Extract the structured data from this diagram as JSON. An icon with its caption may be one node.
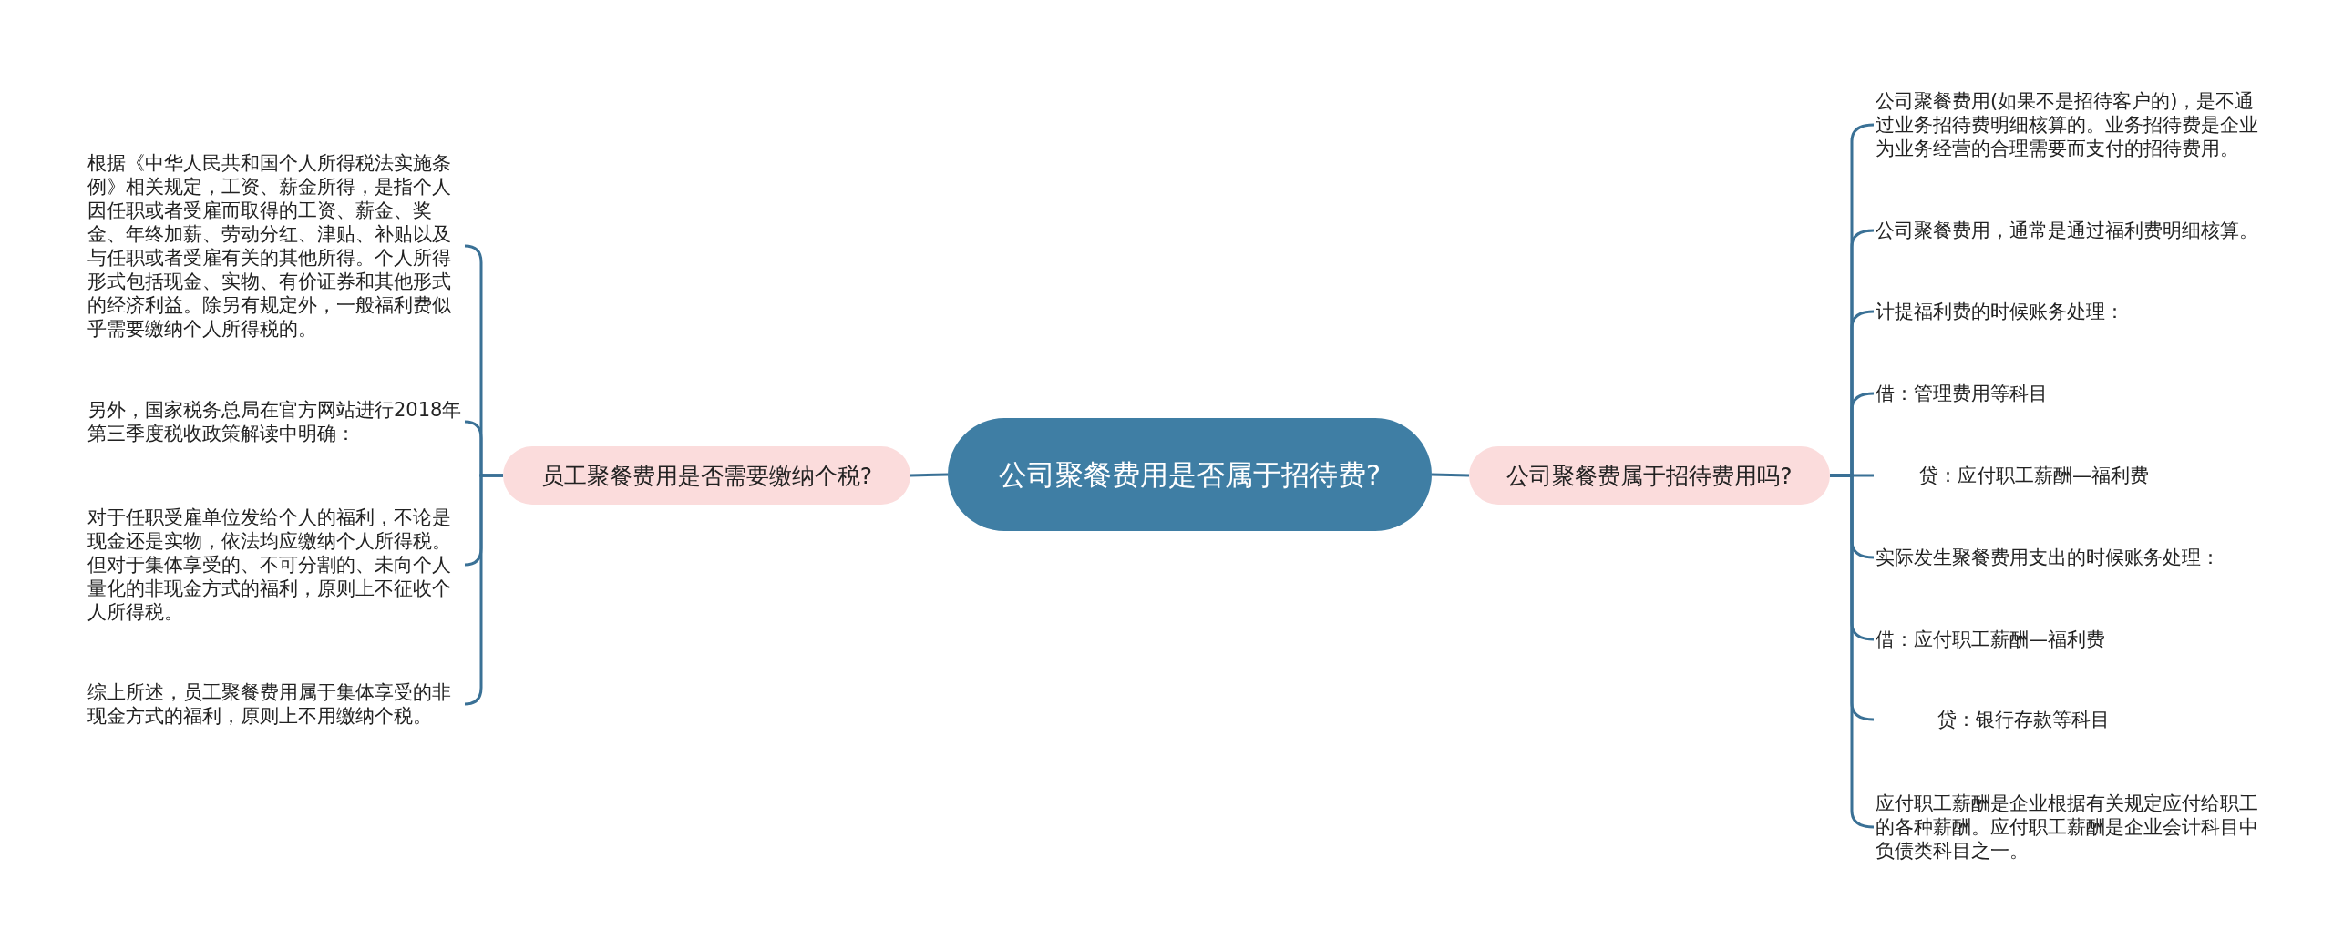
{
  "diagram": {
    "nodes": [
      {
        "text": [
          "公司聚餐费用是否属于招待费?"
        ]
      },
      {
        "text": [
          "员工聚餐费用是否需要缴纳个税?"
        ]
      },
      {
        "text": [
          "根据《中华人民共和国个人所得税法实施条例》相关规定，工资、薪金所得，是指个人因任职或者受雇而取得的工资、薪金、奖金、年终加薪、劳动分红、津贴、补贴以及与任职或者受雇有关的其他所得。个人所得形式包括现金、实物、有价证券和其他形式的经济利益。除另有规定外，一般福利费似乎需要缴纳个人所得税的。"
        ]
      },
      {
        "text": [
          "另外，国家税务总局在官方网站进行2018年第三季度税收政策解读中明确："
        ]
      },
      {
        "text": [
          "对于任职受雇单位发给个人的福利，不论是现金还是实物，依法均应缴纳个人所得税。但对于集体享受的、不可分割的、未向个人量化的非现金方式的福利，原则上不征收个人所得税。"
        ]
      },
      {
        "text": [
          "综上所述，员工聚餐费用属于集体享受的非现金方式的福利，原则上不用缴纳个税。"
        ]
      },
      {
        "text": [
          "公司聚餐费属于招待费用吗?"
        ]
      },
      {
        "text": [
          "公司聚餐费用(如果不是招待客户的)，是不通过业务招待费明细核算的。业务招待费是企业为业务经营的合理需要而支付的招待费用。"
        ]
      },
      {
        "text": [
          "公司聚餐费用，通常是通过福利费明细核算。"
        ]
      },
      {
        "text": [
          "计提福利费的时候账务处理："
        ]
      },
      {
        "text": [
          "借：管理费用等科目"
        ]
      },
      {
        "text": [
          "贷：应付职工薪酬—福利费"
        ]
      },
      {
        "text": [
          "实际发生聚餐费用支出的时候账务处理："
        ]
      },
      {
        "text": [
          "借：应付职工薪酬—福利费"
        ]
      },
      {
        "text": [
          "贷：银行存款等科目"
        ]
      },
      {
        "text": [
          "应付职工薪酬是企业根据有关规定应付给职工的各种薪酬。应付职工薪酬是企业会计科目中负债类科目之一。"
        ]
      }
    ],
    "edges": [
      {
        "from": 0,
        "to": 1,
        "arrow": "none"
      },
      {
        "from": 1,
        "to": 2,
        "arrow": "none"
      },
      {
        "from": 1,
        "to": 3,
        "arrow": "none"
      },
      {
        "from": 1,
        "to": 4,
        "arrow": "none"
      },
      {
        "from": 1,
        "to": 5,
        "arrow": "none"
      },
      {
        "from": 0,
        "to": 6,
        "arrow": "none"
      },
      {
        "from": 6,
        "to": 7,
        "arrow": "none"
      },
      {
        "from": 6,
        "to": 8,
        "arrow": "none"
      },
      {
        "from": 6,
        "to": 9,
        "arrow": "none"
      },
      {
        "from": 6,
        "to": 10,
        "arrow": "none"
      },
      {
        "from": 6,
        "to": 11,
        "arrow": "none"
      },
      {
        "from": 6,
        "to": 12,
        "arrow": "none"
      },
      {
        "from": 6,
        "to": 13,
        "arrow": "none"
      },
      {
        "from": 6,
        "to": 14,
        "arrow": "none"
      },
      {
        "from": 6,
        "to": 15,
        "arrow": "none"
      }
    ]
  }
}
